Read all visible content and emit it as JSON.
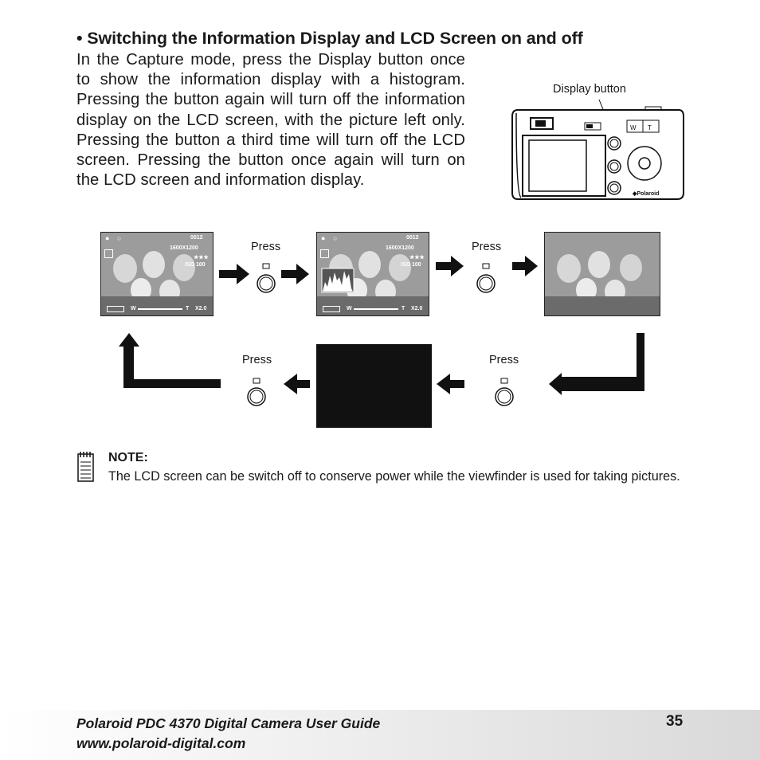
{
  "heading": "• Switching the Information Display and LCD Screen on and off",
  "intro": "In the Capture mode, press the Display button once to show the information display with a histogram. Pressing the button again will turn off the information display on the LCD screen, with the picture left only. Pressing the button a third time will turn off the LCD screen. Pressing the button once again will turn on the LCD screen and information display.",
  "camera": {
    "caption": "Display button",
    "brand": "◆Polaroid",
    "zoom_w": "W",
    "zoom_t": "T"
  },
  "press_labels": [
    "Press",
    "Press",
    "Press",
    "Press"
  ],
  "screens": {
    "counter": "0012",
    "resolution": "1600X1200",
    "quality": "★★★",
    "iso": "ISO 100",
    "zoom_w": "W",
    "zoom_t": "T",
    "zoom_level": "X2.0"
  },
  "note": {
    "title": "NOTE:",
    "text": "The LCD screen can be switch off to conserve power while the viewfinder is used for taking pictures."
  },
  "footer": {
    "title": "Polaroid PDC 4370 Digital Camera User Guide",
    "url": "www.polaroid-digital.com",
    "page_number": "35"
  }
}
